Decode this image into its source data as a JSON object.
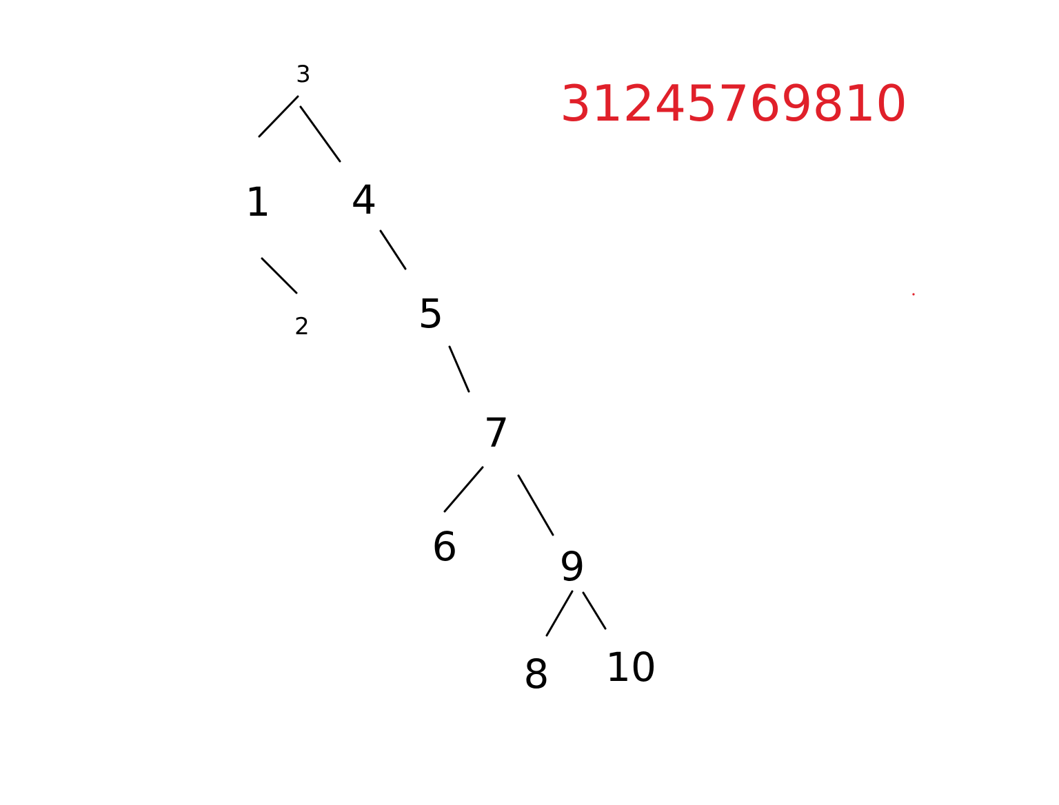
{
  "colors": {
    "ink": "#000000",
    "annotation": "#e0202a",
    "background": "#ffffff"
  },
  "tree": {
    "nodes": [
      {
        "id": "n3",
        "label": "3"
      },
      {
        "id": "n1",
        "label": "1"
      },
      {
        "id": "n4",
        "label": "4"
      },
      {
        "id": "n2",
        "label": "2"
      },
      {
        "id": "n5",
        "label": "5"
      },
      {
        "id": "n7",
        "label": "7"
      },
      {
        "id": "n6",
        "label": "6"
      },
      {
        "id": "n9",
        "label": "9"
      },
      {
        "id": "n8",
        "label": "8"
      },
      {
        "id": "n10",
        "label": "10"
      }
    ],
    "edges": [
      {
        "from": "n3",
        "to": "n1"
      },
      {
        "from": "n3",
        "to": "n4"
      },
      {
        "from": "n1",
        "to": "n2"
      },
      {
        "from": "n4",
        "to": "n5"
      },
      {
        "from": "n5",
        "to": "n7"
      },
      {
        "from": "n7",
        "to": "n6"
      },
      {
        "from": "n7",
        "to": "n9"
      },
      {
        "from": "n9",
        "to": "n8"
      },
      {
        "from": "n9",
        "to": "n10"
      }
    ]
  },
  "annotation": {
    "sequence": "3124576981​0"
  }
}
